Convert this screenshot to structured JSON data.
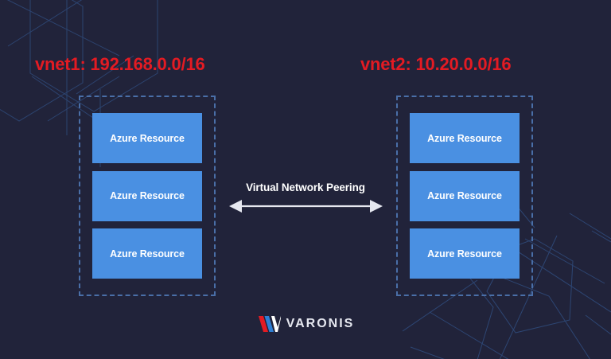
{
  "background": {
    "color": "#21233a",
    "pattern_line_color": "#2f4a7a",
    "pattern_name": "hexagon-outline-pattern"
  },
  "vnets": [
    {
      "id": "vnet1",
      "title": "vnet1: 192.168.0.0/16",
      "title_color": "#e31b23",
      "border_color": "#4a6fa8",
      "resources": [
        {
          "label": "Azure Resource",
          "color": "#4a90e2"
        },
        {
          "label": "Azure Resource",
          "color": "#4a90e2"
        },
        {
          "label": "Azure Resource",
          "color": "#4a90e2"
        }
      ]
    },
    {
      "id": "vnet2",
      "title": "vnet2: 10.20.0.0/16",
      "title_color": "#e31b23",
      "border_color": "#4a6fa8",
      "resources": [
        {
          "label": "Azure Resource",
          "color": "#4a90e2"
        },
        {
          "label": "Azure Resource",
          "color": "#4a90e2"
        },
        {
          "label": "Azure Resource",
          "color": "#4a90e2"
        }
      ]
    }
  ],
  "connection": {
    "label": "Virtual Network Peering",
    "label_color": "#ffffff",
    "arrow_color": "#e6e8f0",
    "arrow_name": "double-headed-arrow",
    "direction": "bidirectional"
  },
  "logo": {
    "wordmark": "VARONIS",
    "wordmark_color": "#e6e8f0",
    "mark_name": "varonis-slash-mark",
    "mark_colors": [
      "#e31b23",
      "#2f7fd4",
      "#ffffff"
    ]
  }
}
